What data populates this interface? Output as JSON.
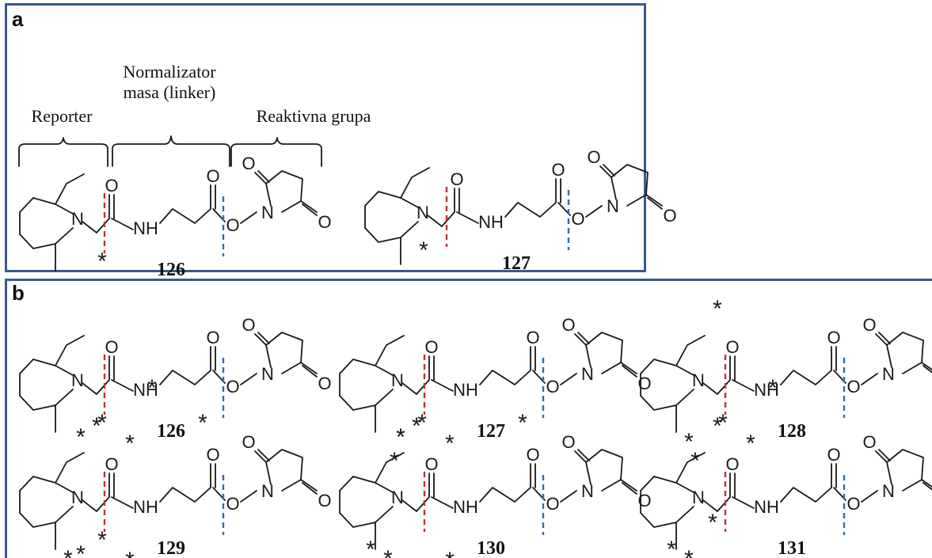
{
  "panel_a": {
    "letter": "a",
    "regions": {
      "reporter": "Reporter",
      "normalizer_line1": "Normalizator",
      "normalizer_line2": "masa (linker)",
      "reactive": "Reaktivna grupa"
    },
    "compounds": [
      {
        "label": "126",
        "stars": [
          "carbonyl"
        ]
      },
      {
        "label": "127",
        "stars": [
          "ch2"
        ]
      }
    ]
  },
  "panel_b": {
    "letter": "b",
    "compounds": [
      {
        "label": "126",
        "stars": [
          "carbonyl",
          "nh",
          "n-ch2",
          "ch2",
          "ester"
        ]
      },
      {
        "label": "127",
        "stars": [
          "ch2",
          "carbonyl",
          "nh",
          "ch2",
          "ester"
        ]
      },
      {
        "label": "128",
        "stars": [
          "top-me",
          "bottom-me",
          "carbonyl",
          "nh",
          "n-ch2"
        ]
      },
      {
        "label": "129",
        "stars": [
          "top-me",
          "bottom-me",
          "ch2",
          "carbonyl",
          "nh"
        ]
      },
      {
        "label": "130",
        "stars": [
          "top-c",
          "top-me",
          "bottom-c",
          "bottom-me",
          "nh"
        ]
      },
      {
        "label": "131",
        "stars": [
          "top-c",
          "top-me",
          "bottom-c",
          "bottom-me",
          "ring-n"
        ]
      }
    ]
  },
  "atoms": {
    "nitrogen": "N",
    "amide_nh": "NH",
    "oxygen": "O",
    "ester_o": "O",
    "isotope_mark": "*"
  }
}
